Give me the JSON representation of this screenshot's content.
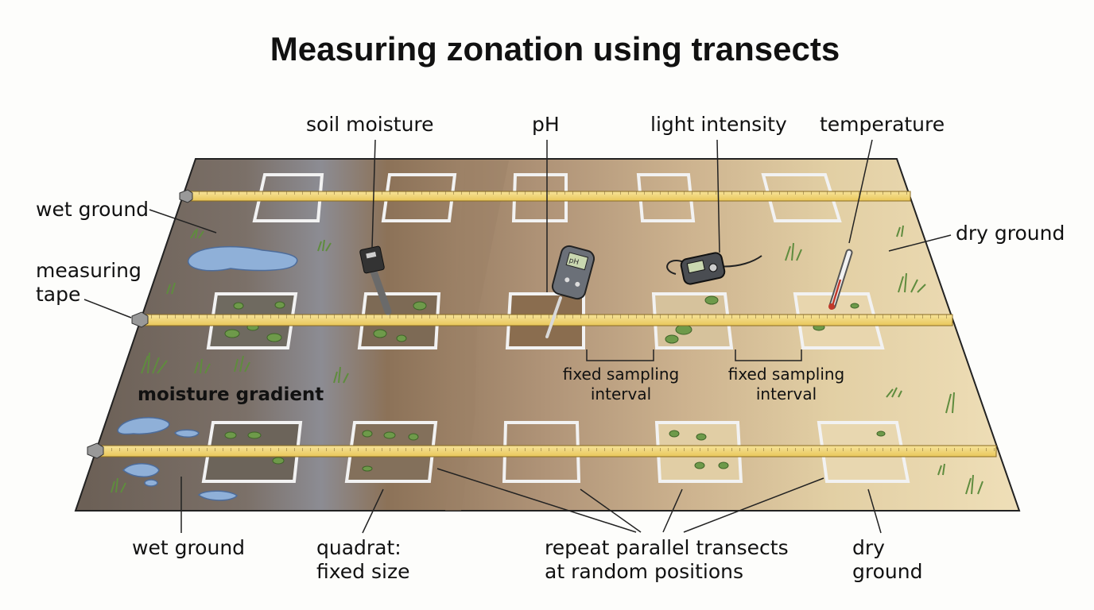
{
  "title": "Measuring zonation using transects",
  "instruments": {
    "soil_moisture": "soil moisture",
    "ph": "pH",
    "light_intensity": "light intensity",
    "temperature": "temperature",
    "ph_screen": "pH"
  },
  "labels": {
    "wet_ground_top": "wet ground",
    "dry_ground_right": "dry ground",
    "measuring_tape": "measuring\ntape",
    "moisture_gradient": "moisture gradient",
    "fixed_interval_1": "fixed sampling\ninterval",
    "fixed_interval_2": "fixed sampling\ninterval",
    "wet_ground_bottom": "wet ground",
    "quadrat": "quadrat:\nfixed size",
    "repeat_transects": "repeat parallel transects\nat random positions",
    "dry_ground_bottom": "dry\nground"
  },
  "colors": {
    "wet": "#6f655b",
    "wet_mid": "#8a8a90",
    "mid": "#a38a6a",
    "dry": "#e7d4a8",
    "tape": "#f2d77a",
    "water": "#8fa9cc",
    "grass": "#6e9a4a"
  }
}
